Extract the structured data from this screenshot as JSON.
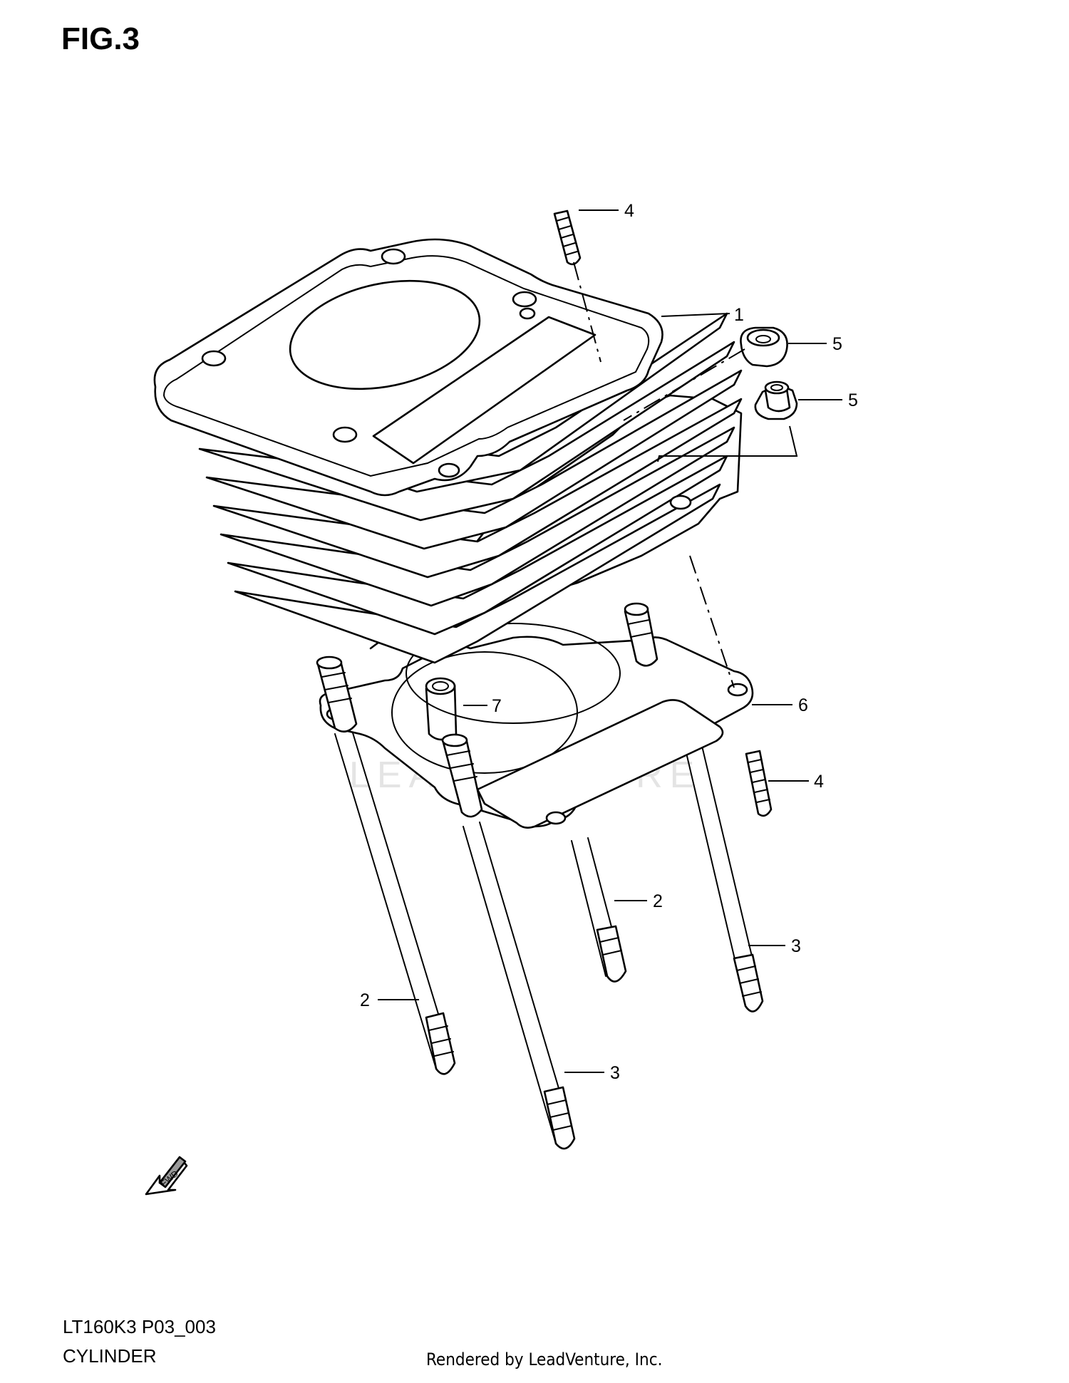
{
  "figure": {
    "title": "FIG.3",
    "diagram_code": "LT160K3 P03_003",
    "diagram_name": "CYLINDER",
    "rendered_by": "Rendered by LeadVenture, Inc.",
    "watermark": "LEADVENTURE",
    "fwd_label": "FWD"
  },
  "callouts": [
    {
      "label": "1"
    },
    {
      "label": "2"
    },
    {
      "label": "2"
    },
    {
      "label": "3"
    },
    {
      "label": "3"
    },
    {
      "label": "4"
    },
    {
      "label": "4"
    },
    {
      "label": "5"
    },
    {
      "label": "5"
    },
    {
      "label": "6"
    },
    {
      "label": "7"
    }
  ]
}
